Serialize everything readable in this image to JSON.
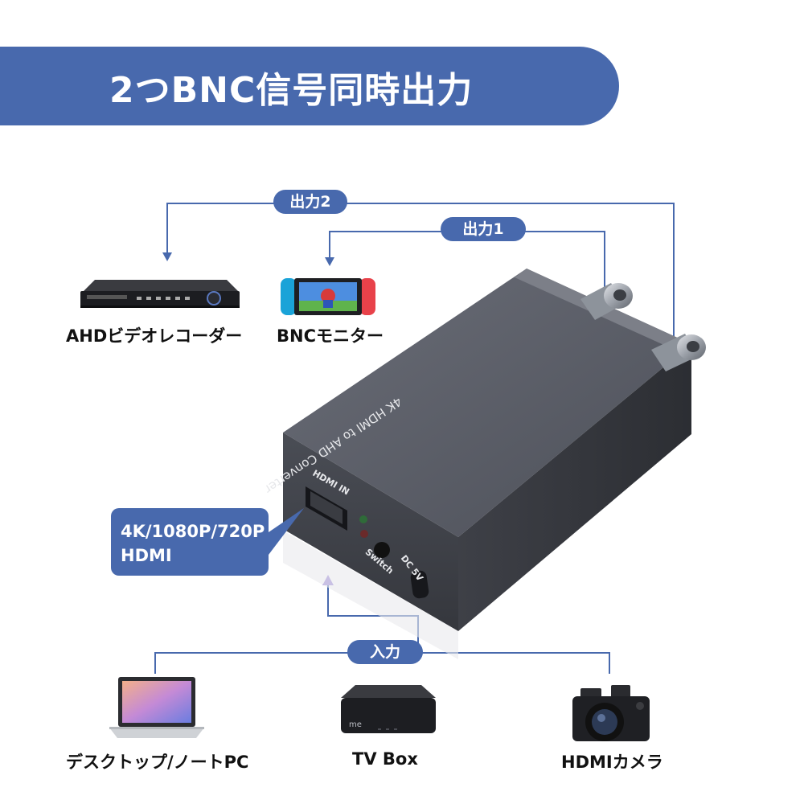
{
  "banner": {
    "title": "2つBNC信号同時出力"
  },
  "pills": {
    "out2": "出力2",
    "out1": "出力1",
    "input": "入力"
  },
  "outputs": {
    "ahd_recorder": "AHDビデオレコーダー",
    "bnc_monitor": "BNCモニター"
  },
  "callout": {
    "line1": "4K/1080P/720P",
    "line2": "HDMI"
  },
  "device": {
    "top_text": "4K HDMI to AHD Converter",
    "port_hdmi": "HDMI IN",
    "port_dc": "DC 5V",
    "switch": "Switch"
  },
  "inputs": {
    "desktop": "デスクトップ/ノートPC",
    "tvbox": "TV Box",
    "camera": "HDMIカメラ"
  },
  "tvbox_brand": "me",
  "colors": {
    "accent": "#4869ad",
    "device": "#53565f",
    "line": "#4869ad"
  }
}
